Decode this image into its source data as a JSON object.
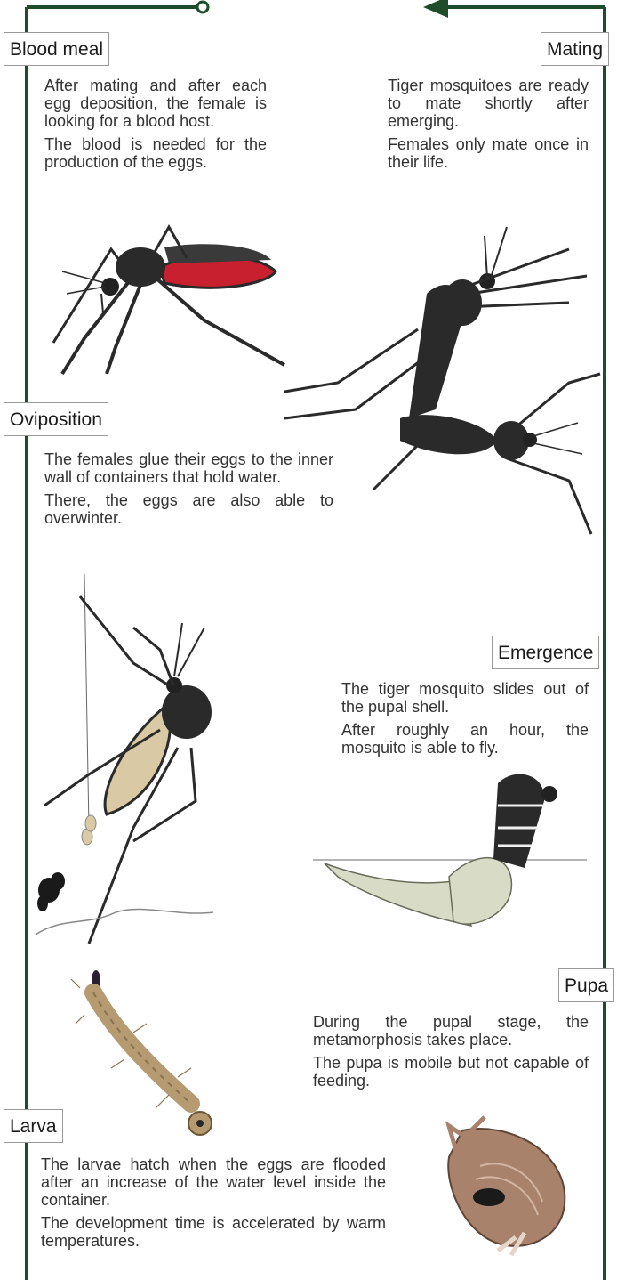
{
  "stages": {
    "blood_meal": {
      "label": "Blood meal",
      "p1": "After mating and after each egg deposition, the female is looking for a blood host.",
      "p2": "The blood is needed for the production of the eggs."
    },
    "mating": {
      "label": "Mating",
      "p1": "Tiger mosquitoes are ready to mate shortly after emerging.",
      "p2": "Females only mate once in their life."
    },
    "oviposition": {
      "label": "Oviposition",
      "p1": "The females glue their eggs to the inner wall of containers that hold water.",
      "p2": "There, the eggs are also able to overwinter."
    },
    "emergence": {
      "label": "Emergence",
      "p1": "The tiger mosquito slides out of the pupal shell.",
      "p2": "After roughly an hour, the mosquito is able to fly."
    },
    "pupa": {
      "label": "Pupa",
      "p1": "During the pupal stage, the metamorphosis takes place.",
      "p2": "The pupa is mobile but not capable of feeding."
    },
    "larva": {
      "label": "Larva",
      "p1": "The larvae hatch when the eggs are flooded after an increase of the water level inside the container.",
      "p2": "The development time is accelerated by warm temperatures."
    }
  },
  "colors": {
    "cycle_line": "#1f4d2b",
    "blood": "#c8202e",
    "mosquito_body": "#2a2a2a",
    "pupa": "#a9826c",
    "larva": "#b59a72"
  }
}
